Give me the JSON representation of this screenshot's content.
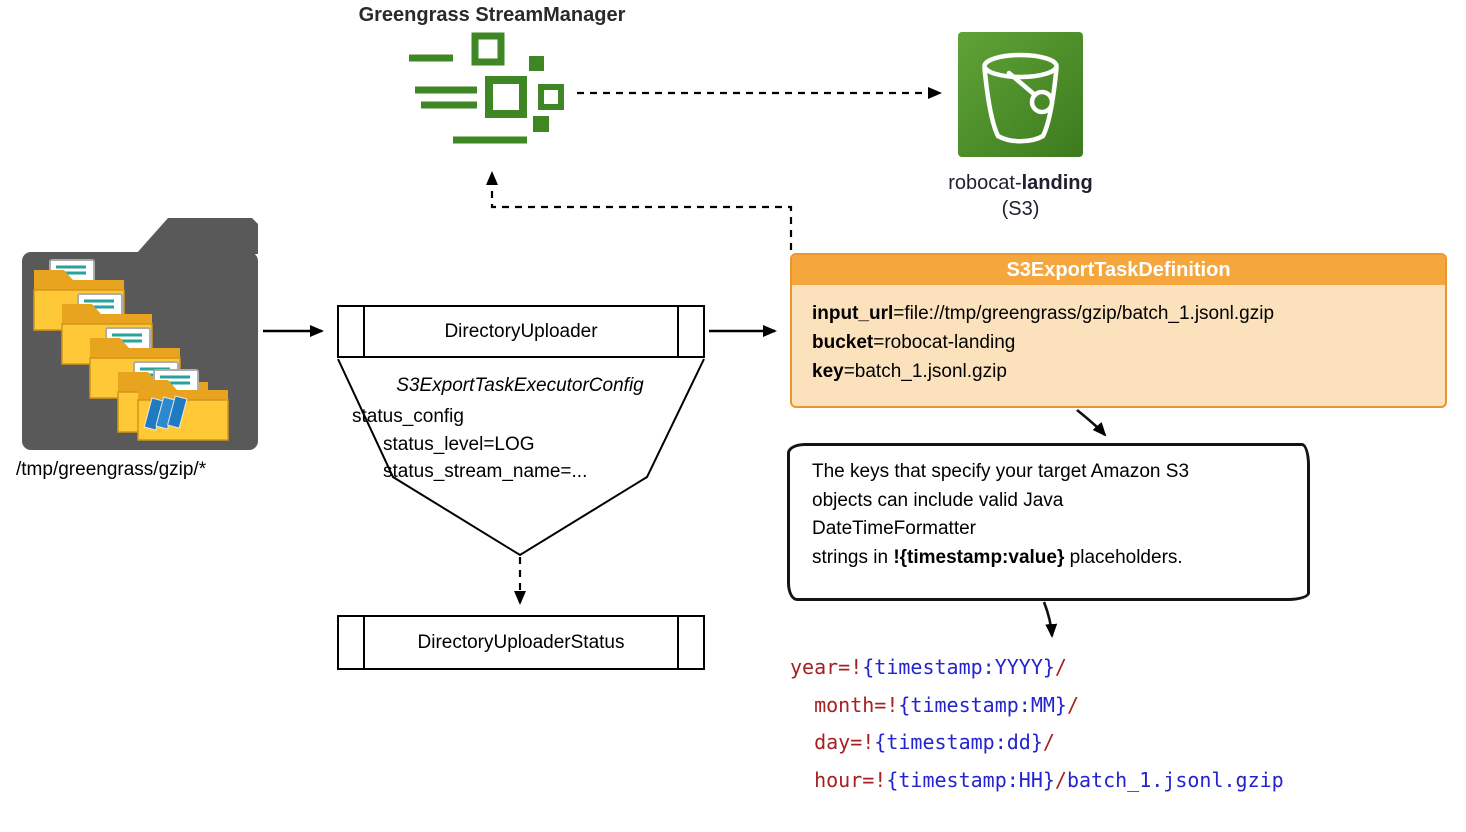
{
  "title": "Greengrass StreamManager",
  "bucket": {
    "label_segments": [
      [
        {
          "t": "robocat-"
        },
        {
          "t": "landing",
          "b": 1
        }
      ]
    ],
    "service": "(S3)"
  },
  "source": {
    "path_label": "/tmp/greengrass/gzip/*"
  },
  "uploader": {
    "label": "DirectoryUploader",
    "config_title": "S3ExportTaskExecutorConfig",
    "config_lines": [
      [
        {
          "t": "status_config"
        }
      ],
      [
        {
          "t": "status_level=LOG"
        }
      ],
      [
        {
          "t": "status_stream_name=..."
        }
      ]
    ]
  },
  "status_box": {
    "label": "DirectoryUploaderStatus"
  },
  "task_definition": {
    "title": "S3ExportTaskDefinition",
    "lines": [
      [
        {
          "t": "input_url",
          "b": 1
        },
        {
          "t": "=file://tmp/greengrass/gzip/batch_1.jsonl.gzip"
        }
      ],
      [
        {
          "t": "bucket",
          "b": 1
        },
        {
          "t": "=robocat-landing"
        }
      ],
      [
        {
          "t": "key",
          "b": 1
        },
        {
          "t": "=batch_1.jsonl.gzip"
        }
      ]
    ]
  },
  "callout": {
    "lines": [
      [
        {
          "t": "The keys that specify your target Amazon S3"
        }
      ],
      [
        {
          "t": "objects can include valid Java"
        }
      ],
      [
        {
          "t": "DateTimeFormatter"
        }
      ],
      [
        {
          "t": "strings in "
        },
        {
          "t": "!{timestamp:value}",
          "b": 1
        },
        {
          "t": " placeholders."
        }
      ]
    ]
  },
  "code": {
    "lines": [
      [
        {
          "t": "year=!",
          "c": "red"
        },
        {
          "t": "{timestamp:YYYY}",
          "c": "blue"
        },
        {
          "t": "/",
          "c": "red"
        }
      ],
      [
        {
          "t": "  month=!",
          "c": "red"
        },
        {
          "t": "{timestamp:MM}",
          "c": "blue"
        },
        {
          "t": "/",
          "c": "red"
        }
      ],
      [
        {
          "t": "  day=!",
          "c": "red"
        },
        {
          "t": "{timestamp:dd}",
          "c": "blue"
        },
        {
          "t": "/",
          "c": "red"
        }
      ],
      [
        {
          "t": "  hour=!",
          "c": "red"
        },
        {
          "t": "{timestamp:HH}",
          "c": "blue"
        },
        {
          "t": "/",
          "c": "red"
        },
        {
          "t": "batch_1.jsonl.gzip",
          "c": "blue"
        }
      ]
    ]
  },
  "icons": [
    {
      "name": "greengrass-stream-manager-icon",
      "color": "#3F8624"
    },
    {
      "name": "s3-bucket-icon",
      "color": "#4C9427"
    },
    {
      "name": "source-folders-icon",
      "color": "#595959"
    }
  ],
  "colors": {
    "greengrass_green": "#3F8624",
    "s3_green": "#4C9427",
    "task_header_orange": "#F5A63C",
    "task_body_orange": "#FBE2BD",
    "task_border_orange": "#E8962E",
    "folder_gray": "#595959",
    "folder_yellow": "#FFC836",
    "code_red": "#A62121",
    "code_blue": "#2424CE"
  }
}
